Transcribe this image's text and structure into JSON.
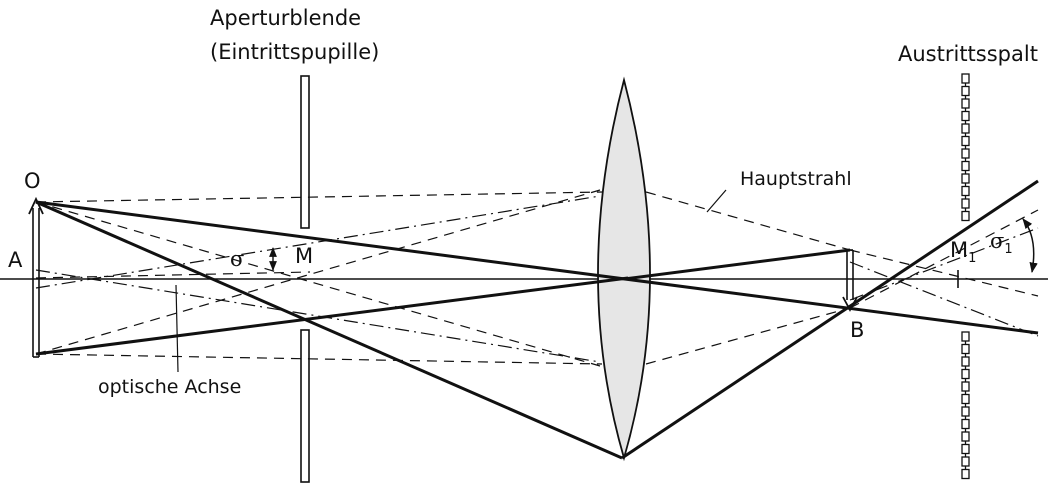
{
  "labels": {
    "aperture_line1": "Aperturblende",
    "aperture_line2": "(Eintrittspupille)",
    "exit_slit": "Austrittsspalt",
    "chief_ray": "Hauptstrahl",
    "optical_axis": "optische Achse",
    "point_o": "O",
    "point_a": "A",
    "point_m": "M",
    "point_b": "B",
    "point_m1": "M",
    "point_m1_sub": "1",
    "sigma": "σ",
    "sigma1": "σ",
    "sigma1_sub": "1"
  },
  "colors": {
    "stroke": "#111111",
    "lens_fill": "#e6e6e6",
    "background": "#ffffff"
  }
}
